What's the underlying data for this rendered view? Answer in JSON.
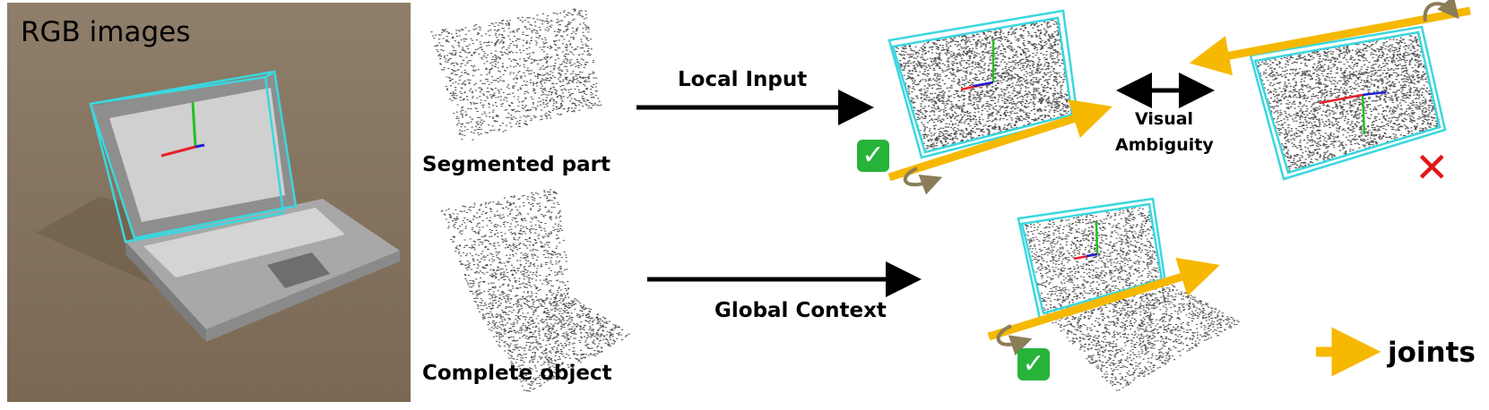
{
  "labels": {
    "rgb_title": "RGB images",
    "segmented_part": "Segmented part",
    "complete_object": "Complete object",
    "local_input": "Local Input",
    "global_context": "Global Context",
    "visual_ambiguity_line1": "Visual",
    "visual_ambiguity_line2": "Ambiguity",
    "joints": "joints"
  },
  "icons": {
    "correct_top": "check-mark-icon",
    "correct_bottom": "check-mark-icon",
    "wrong": "cross-mark-icon",
    "rotation": "rotation-arrow-icon"
  },
  "glyphs": {
    "check": "✓",
    "cross": "✕"
  },
  "colors": {
    "bbox": "#3ad7df",
    "joint": "#f6b800",
    "check_badge": "#27b33a",
    "cross": "#e01818",
    "axis_x": "#e8202a",
    "axis_y": "#22c020",
    "axis_z": "#2020d0",
    "arrow": "#000000",
    "rgb_bg": "#8c7a64",
    "laptop_body": "#9a9a9a",
    "laptop_screen": "#d8d8d8"
  }
}
